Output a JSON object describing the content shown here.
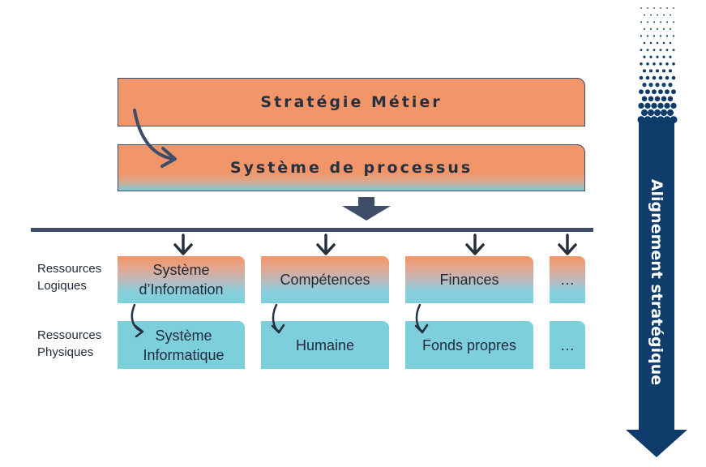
{
  "top_bars": {
    "strategy": "Stratégie Métier",
    "process": "Système de processus"
  },
  "rows": {
    "logical_label": "Ressources\nLogiques",
    "physical_label": "Ressources\nPhysiques"
  },
  "columns": [
    {
      "logical": "Système\nd’Information",
      "physical": "Système\nInformatique"
    },
    {
      "logical": "Compétences",
      "physical": "Humaine"
    },
    {
      "logical": "Finances",
      "physical": "Fonds propres"
    },
    {
      "logical": "…",
      "physical": "…"
    }
  ],
  "side_arrow": {
    "label": "Alignement stratégique"
  },
  "colors": {
    "orange": "#f0966a",
    "teal": "#7ecfdc",
    "navy": "#0e3d6b",
    "slate": "#3f4e68"
  }
}
